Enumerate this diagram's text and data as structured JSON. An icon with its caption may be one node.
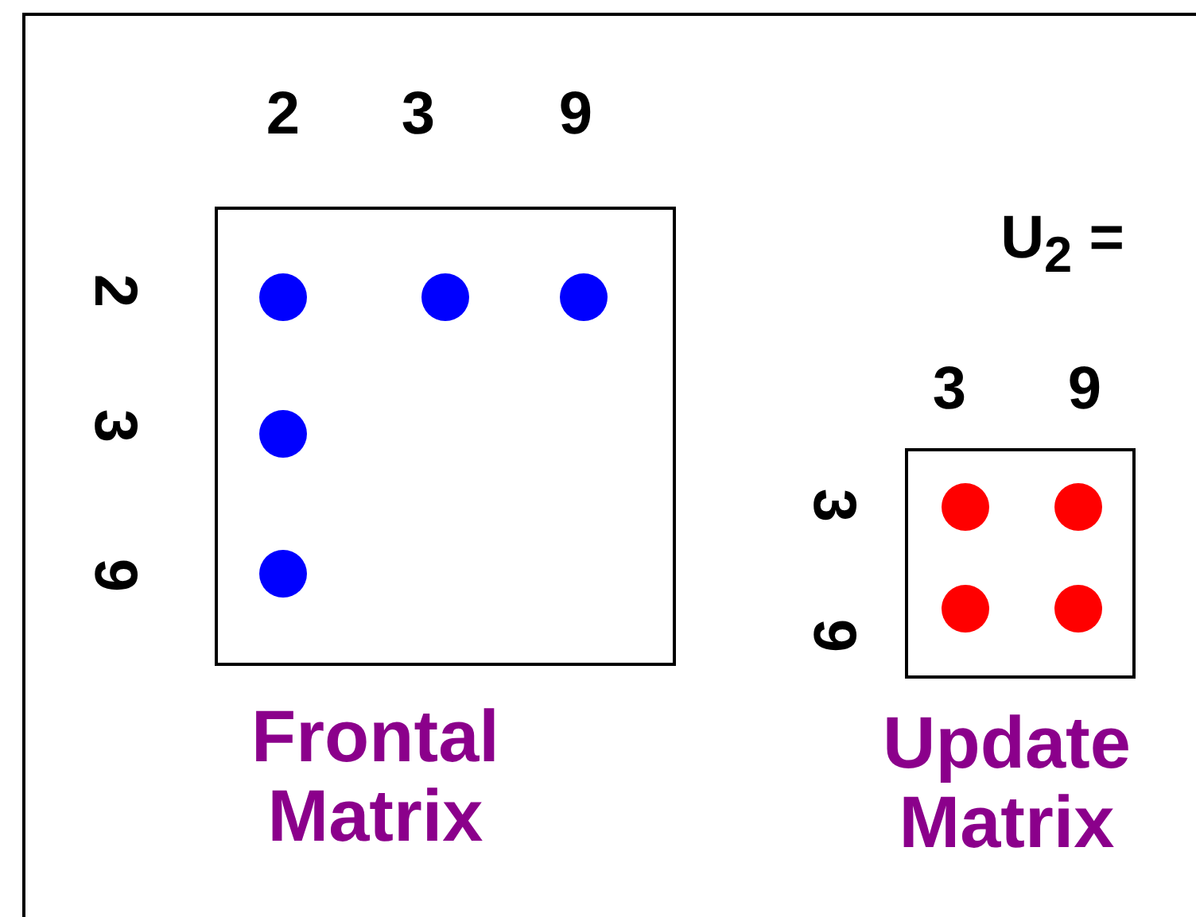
{
  "diagram": {
    "labels": [
      "2",
      "3",
      "9",
      "2",
      "3",
      "9",
      "U$_{2}$ =",
      "3",
      "9",
      "3",
      "9",
      "Frontal Matrix",
      "Update Matrix"
    ]
  }
}
